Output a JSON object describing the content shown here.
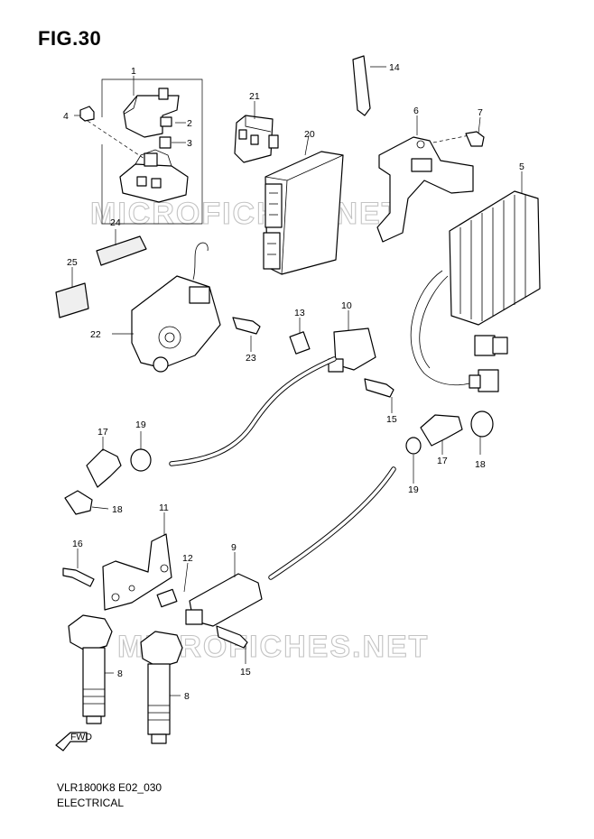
{
  "figure_title": "FIG.30",
  "model_code": "VLR1800K8 E02_030",
  "section_title": "ELECTRICAL",
  "watermark_text": "MICROFICHES.NET",
  "fwd_label": "FWD",
  "callouts": {
    "c1": "1",
    "c2": "2",
    "c3": "3",
    "c4": "4",
    "c5": "5",
    "c6": "6",
    "c7": "7",
    "c8a": "8",
    "c8b": "8",
    "c9": "9",
    "c10": "10",
    "c11": "11",
    "c12": "12",
    "c13": "13",
    "c14": "14",
    "c15a": "15",
    "c15b": "15",
    "c16": "16",
    "c17a": "17",
    "c17b": "17",
    "c18a": "18",
    "c18b": "18",
    "c19a": "19",
    "c19b": "19",
    "c20": "20",
    "c21": "21",
    "c22": "22",
    "c23": "23",
    "c24": "24",
    "c25": "25"
  }
}
